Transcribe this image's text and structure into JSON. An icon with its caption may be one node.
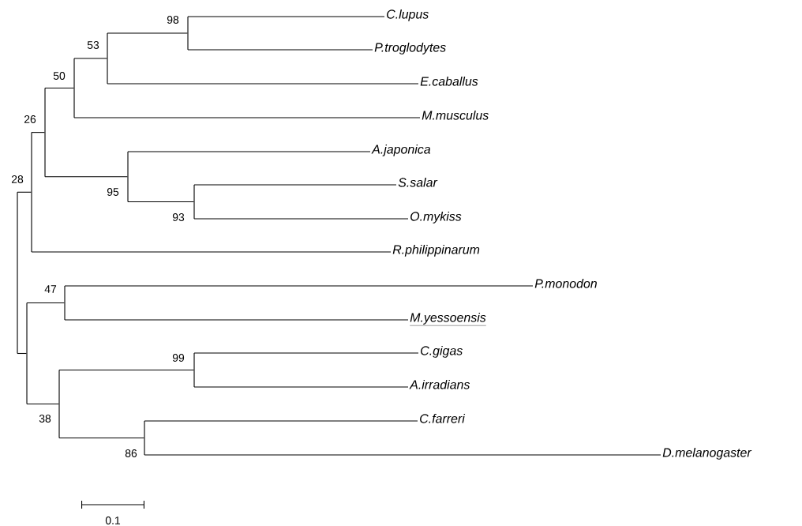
{
  "diagram": {
    "nodes": [
      {
        "text": [
          "C.lupus"
        ]
      },
      {
        "text": [
          "P.troglodytes"
        ]
      },
      {
        "text": [
          "E.caballus"
        ]
      },
      {
        "text": [
          "M.musculus"
        ]
      },
      {
        "text": [
          "A.japonica"
        ]
      },
      {
        "text": [
          "S.salar"
        ]
      },
      {
        "text": [
          "O.mykiss"
        ]
      },
      {
        "text": [
          "R.philippinarum"
        ]
      },
      {
        "text": [
          "P.monodon"
        ]
      },
      {
        "text": [
          "M.yessoensis"
        ]
      },
      {
        "text": [
          "C.gigas"
        ]
      },
      {
        "text": [
          "A.irradians"
        ]
      },
      {
        "text": [
          "C.farreri"
        ]
      },
      {
        "text": [
          "D.melanogaster"
        ]
      },
      {
        "text": [],
        "shape": "bar",
        "beside": [
          "98"
        ]
      },
      {
        "text": [],
        "shape": "bar",
        "beside": [
          "53"
        ]
      },
      {
        "text": [],
        "shape": "bar",
        "beside": [
          "50"
        ]
      },
      {
        "text": [],
        "shape": "bar",
        "beside": [
          "26"
        ]
      },
      {
        "text": [],
        "shape": "bar",
        "beside": [
          "28"
        ]
      },
      {
        "text": [],
        "shape": "bar",
        "beside": [
          "95"
        ]
      },
      {
        "text": [],
        "shape": "bar",
        "beside": [
          "93"
        ]
      },
      {
        "text": [],
        "shape": "bar"
      },
      {
        "text": [],
        "shape": "bar",
        "beside": [
          "47"
        ]
      },
      {
        "text": [],
        "shape": "bar"
      },
      {
        "text": [],
        "shape": "bar",
        "beside": [
          "99"
        ]
      },
      {
        "text": [],
        "shape": "bar",
        "beside": [
          "38"
        ]
      },
      {
        "text": [],
        "shape": "bar",
        "beside": [
          "86"
        ]
      }
    ],
    "edges": [
      {
        "from": 14,
        "to": 0,
        "arrow": "none"
      },
      {
        "from": 14,
        "to": 1,
        "arrow": "none"
      },
      {
        "from": 15,
        "to": 14,
        "arrow": "none"
      },
      {
        "from": 15,
        "to": 2,
        "arrow": "none"
      },
      {
        "from": 16,
        "to": 15,
        "arrow": "none"
      },
      {
        "from": 16,
        "to": 3,
        "arrow": "none"
      },
      {
        "from": 17,
        "to": 16,
        "arrow": "none"
      },
      {
        "from": 17,
        "to": 19,
        "arrow": "none"
      },
      {
        "from": 19,
        "to": 4,
        "arrow": "none"
      },
      {
        "from": 19,
        "to": 20,
        "arrow": "none"
      },
      {
        "from": 20,
        "to": 5,
        "arrow": "none"
      },
      {
        "from": 20,
        "to": 6,
        "arrow": "none"
      },
      {
        "from": 18,
        "to": 17,
        "arrow": "none"
      },
      {
        "from": 18,
        "to": 7,
        "arrow": "none"
      },
      {
        "from": 21,
        "to": 18,
        "arrow": "none"
      },
      {
        "from": 21,
        "to": 23,
        "arrow": "none"
      },
      {
        "from": 23,
        "to": 22,
        "arrow": "none"
      },
      {
        "from": 23,
        "to": 25,
        "arrow": "none"
      },
      {
        "from": 22,
        "to": 8,
        "arrow": "none"
      },
      {
        "from": 22,
        "to": 9,
        "arrow": "none"
      },
      {
        "from": 25,
        "to": 24,
        "arrow": "none"
      },
      {
        "from": 25,
        "to": 26,
        "arrow": "none"
      },
      {
        "from": 24,
        "to": 10,
        "arrow": "none"
      },
      {
        "from": 24,
        "to": 11,
        "arrow": "none"
      },
      {
        "from": 26,
        "to": 12,
        "arrow": "none"
      },
      {
        "from": 26,
        "to": 13,
        "arrow": "none"
      }
    ],
    "labels": [
      "0.1"
    ]
  }
}
